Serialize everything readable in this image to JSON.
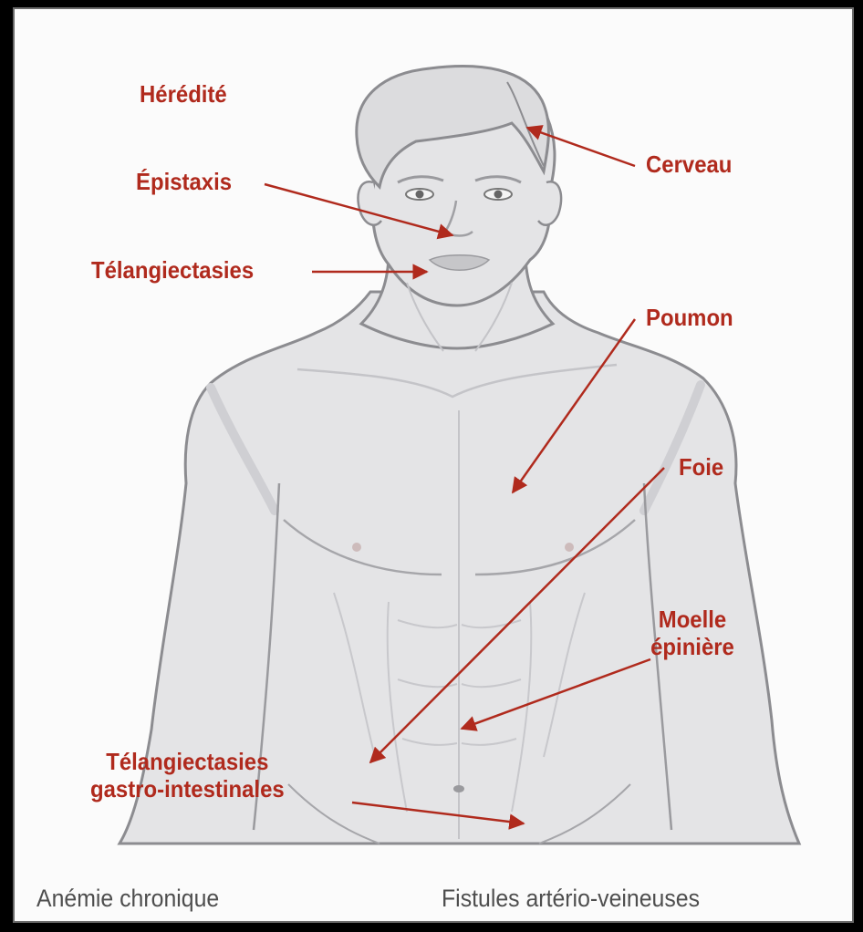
{
  "labels": {
    "heredite": "Hérédité",
    "cerveau": "Cerveau",
    "epistaxis": "Épistaxis",
    "telangiectasies": "Télangiectasies",
    "poumon": "Poumon",
    "foie": "Foie",
    "moelle_line1": "Moelle",
    "moelle_line2": "épinière",
    "telangiectasies_gi_line1": "Télangiectasies",
    "telangiectasies_gi_line2": "gastro-intestinales"
  },
  "footer": {
    "left": "Anémie chronique",
    "right": "Fistules artério-veineuses"
  },
  "colors": {
    "label": "#b02a1d",
    "arrow": "#b02a1d",
    "body_fill": "#e4e4e6",
    "body_outline": "#8c8c90",
    "footer_text": "#4e4e4e"
  }
}
